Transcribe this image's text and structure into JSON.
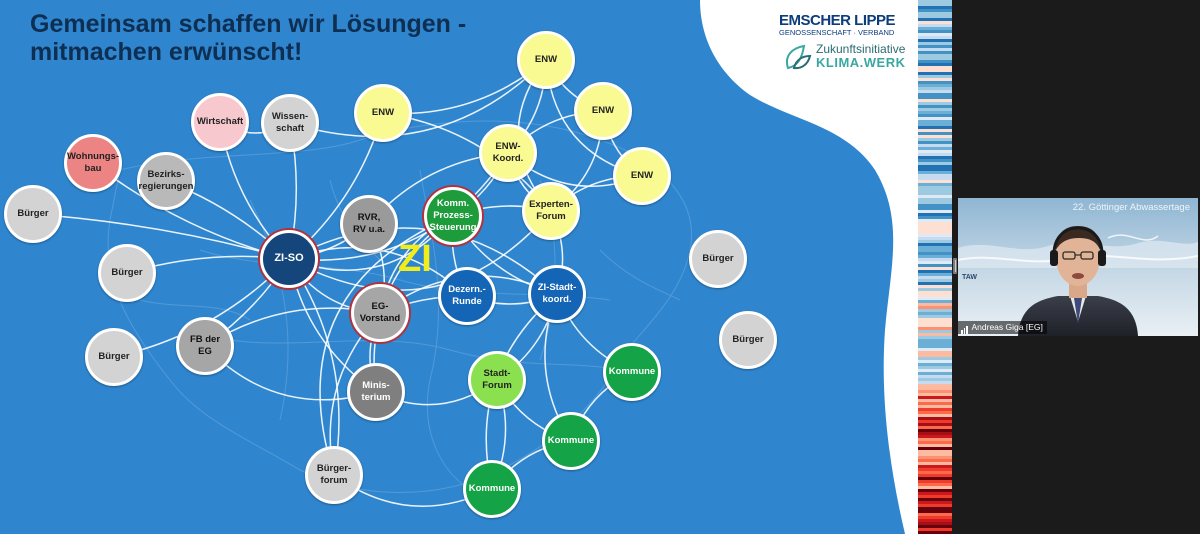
{
  "slide": {
    "title_line1": "Gemeinsam schaffen wir Lösungen -",
    "title_line2": "mitmachen erwünscht!",
    "center_label": "ZI",
    "logo_emscher": {
      "line1": "EMSCHER  LIPPE",
      "line2": "GENOSSENSCHAFT  ·  VERBAND"
    },
    "logo_klima": {
      "line1": "Zukunftsinitiative",
      "line2": "KLIMA.WERK"
    },
    "nodes": [
      {
        "id": "wirtschaft",
        "label": "Wirtschaft",
        "color": "#f7c8cd",
        "text": "#222222"
      },
      {
        "id": "wissenschaft",
        "label": "Wissen-\nschaft",
        "color": "#d3d3d3",
        "text": "#222222"
      },
      {
        "id": "enw1",
        "label": "ENW",
        "color": "#fafa92",
        "text": "#222222"
      },
      {
        "id": "enw2",
        "label": "ENW",
        "color": "#fafa92",
        "text": "#222222"
      },
      {
        "id": "enw3",
        "label": "ENW",
        "color": "#fafa92",
        "text": "#222222"
      },
      {
        "id": "enw4",
        "label": "ENW",
        "color": "#fafa92",
        "text": "#222222"
      },
      {
        "id": "enwkoord",
        "label": "ENW-\nKoord.",
        "color": "#fafa92",
        "text": "#222222"
      },
      {
        "id": "expertenforum",
        "label": "Experten-\nForum",
        "color": "#fafa92",
        "text": "#222222"
      },
      {
        "id": "wohnungsbau",
        "label": "Wohnungs-\nbau",
        "color": "#ec8484",
        "text": "#222222"
      },
      {
        "id": "bezirksregierungen",
        "label": "Bezirks-\nregierungen",
        "color": "#b9b9b9",
        "text": "#222222"
      },
      {
        "id": "buerger1",
        "label": "Bürger",
        "color": "#d3d3d3",
        "text": "#222222"
      },
      {
        "id": "buerger2",
        "label": "Bürger",
        "color": "#d3d3d3",
        "text": "#222222"
      },
      {
        "id": "buerger3",
        "label": "Bürger",
        "color": "#d3d3d3",
        "text": "#222222"
      },
      {
        "id": "buerger4",
        "label": "Bürger",
        "color": "#d3d3d3",
        "text": "#222222"
      },
      {
        "id": "buerger5",
        "label": "Bürger",
        "color": "#d3d3d3",
        "text": "#222222"
      },
      {
        "id": "ziso",
        "label": "ZI-SO",
        "color": "#15467b",
        "text": "#ffffff"
      },
      {
        "id": "rvr",
        "label": "RVR,\nRV u.a.",
        "color": "#9a9a9a",
        "text": "#111111"
      },
      {
        "id": "komm",
        "label": "Komm.\nProzess-\nSteuerung",
        "color": "#1e9c3c",
        "text": "#ffffff"
      },
      {
        "id": "egvorstand",
        "label": "EG-\nVorstand",
        "color": "#a6a6a6",
        "text": "#111111"
      },
      {
        "id": "dezern",
        "label": "Dezern.-\nRunde",
        "color": "#1565b7",
        "text": "#ffffff"
      },
      {
        "id": "zistadt",
        "label": "ZI-Stadt-\nkoord.",
        "color": "#1565b7",
        "text": "#ffffff"
      },
      {
        "id": "fbeg",
        "label": "FB der\nEG",
        "color": "#a6a6a6",
        "text": "#111111"
      },
      {
        "id": "ministerium",
        "label": "Minis-\nterium",
        "color": "#7f7f7f",
        "text": "#ffffff"
      },
      {
        "id": "stadtforum",
        "label": "Stadt-\nForum",
        "color": "#8ae04f",
        "text": "#222222"
      },
      {
        "id": "kommune1",
        "label": "Kommune",
        "color": "#14a346",
        "text": "#ffffff"
      },
      {
        "id": "kommune2",
        "label": "Kommune",
        "color": "#14a346",
        "text": "#ffffff"
      },
      {
        "id": "kommune3",
        "label": "Kommune",
        "color": "#14a346",
        "text": "#ffffff"
      },
      {
        "id": "buergerforum",
        "label": "Bürger-\nforum",
        "color": "#d3d3d3",
        "text": "#222222"
      }
    ]
  },
  "video": {
    "caption": "22. Göttinger Abwassertage",
    "participant_name": "Andreas Giga [EG]",
    "side_mark": "TAW"
  },
  "colors": {
    "slide_bg": "#2f86cf",
    "title": "#0e2e52",
    "brand_blue": "#0d3c7c",
    "klima_teal": "#3aa7a2",
    "zi_yellow": "#f2ec1a"
  }
}
